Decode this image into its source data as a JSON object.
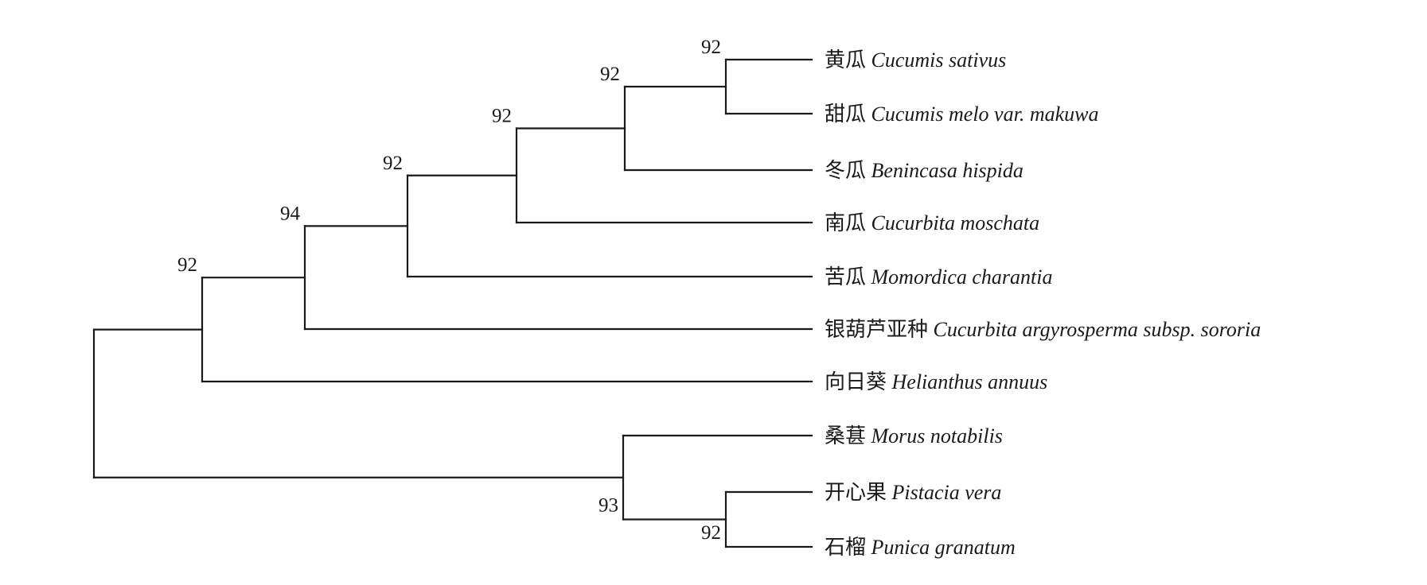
{
  "tree": {
    "taxa": [
      {
        "id": "t1",
        "common": "黄瓜",
        "latin": "Cucumis sativus"
      },
      {
        "id": "t2",
        "common": "甜瓜",
        "latin": "Cucumis melo var. makuwa"
      },
      {
        "id": "t3",
        "common": "冬瓜",
        "latin": "Benincasa hispida"
      },
      {
        "id": "t4",
        "common": "南瓜",
        "latin": "Cucurbita moschata"
      },
      {
        "id": "t5",
        "common": "苦瓜",
        "latin": "Momordica charantia"
      },
      {
        "id": "t6",
        "common": "银葫芦亚种",
        "latin": "Cucurbita argyrosperma subsp. sororia"
      },
      {
        "id": "t7",
        "common": "向日葵",
        "latin": "Helianthus annuus"
      },
      {
        "id": "t8",
        "common": "桑葚",
        "latin": "Morus notabilis"
      },
      {
        "id": "t9",
        "common": "开心果",
        "latin": "Pistacia vera"
      },
      {
        "id": "t10",
        "common": "石榴",
        "latin": "Punica granatum"
      }
    ],
    "nodes": [
      {
        "id": "n1",
        "children": [
          "t1",
          "t2"
        ],
        "support": "92"
      },
      {
        "id": "n2",
        "children": [
          "n1",
          "t3"
        ],
        "support": "92"
      },
      {
        "id": "n3",
        "children": [
          "n2",
          "t4"
        ],
        "support": "92"
      },
      {
        "id": "n4",
        "children": [
          "n3",
          "t5"
        ],
        "support": "92"
      },
      {
        "id": "n5",
        "children": [
          "n4",
          "t6"
        ],
        "support": "94"
      },
      {
        "id": "n6",
        "children": [
          "n5",
          "t7"
        ],
        "support": "92"
      },
      {
        "id": "n7",
        "children": [
          "t9",
          "t10"
        ],
        "support": "92"
      },
      {
        "id": "n8",
        "children": [
          "t8",
          "n7"
        ],
        "support": "93"
      },
      {
        "id": "root",
        "children": [
          "n6",
          "n8"
        ],
        "support": ""
      }
    ]
  }
}
